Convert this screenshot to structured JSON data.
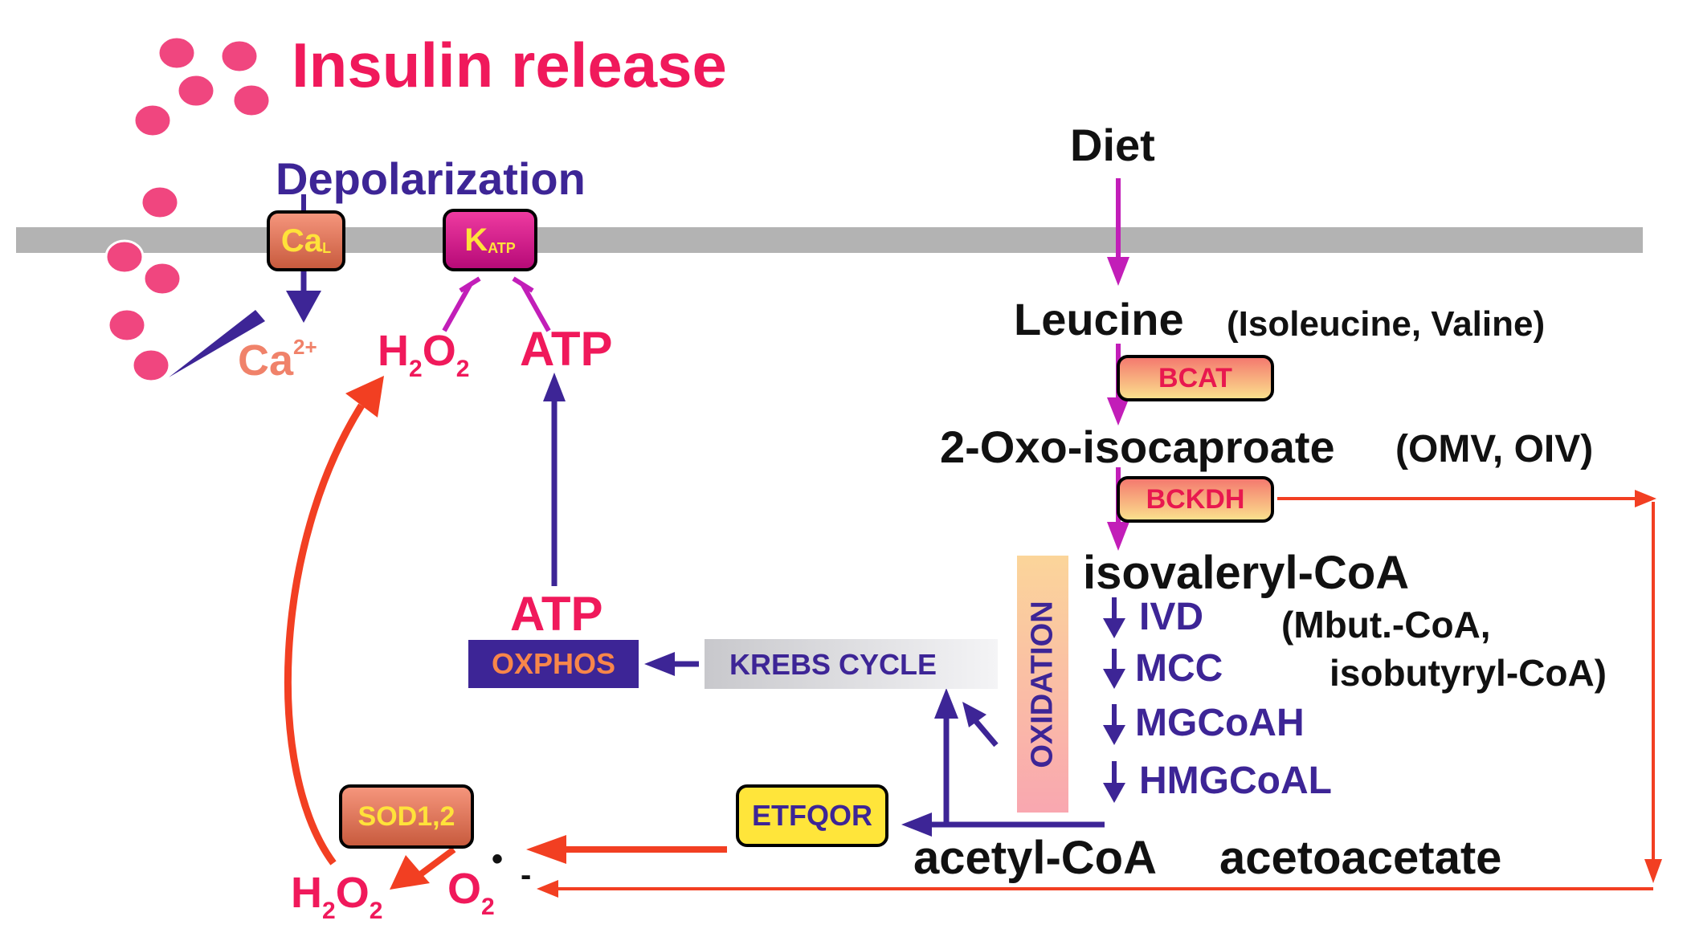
{
  "labels": {
    "insulin_release": "Insulin release",
    "depolarization": "Depolarization",
    "ca_l_main": "Ca",
    "ca_l_sub": "L",
    "k_atp_main": "K",
    "k_atp_sub": "ATP",
    "ca2_main": "Ca",
    "ca2_sup": "2+",
    "h2o2_top": {
      "h": "H",
      "s1": "2",
      "o": "O",
      "s2": "2"
    },
    "atp_top": "ATP",
    "atp_mid": "ATP",
    "oxphos": "OXPHOS",
    "krebs": "KREBS CYCLE",
    "oxidation": "OXIDATION",
    "diet": "Diet",
    "leucine": "Leucine",
    "leucine_alt": "(Isoleucine, Valine)",
    "bcat": "BCAT",
    "oxo": "2-Oxo-isocaproate",
    "oxo_alt": "(OMV, OIV)",
    "bckdh": "BCKDH",
    "isovaleryl": "isovaleryl-CoA",
    "alt_line1": "(Mbut.-CoA,",
    "alt_line2": "isobutyryl-CoA)",
    "ivd": "IVD",
    "mcc": "MCC",
    "mgcoah": "MGCoAH",
    "hmgcoal": "HMGCoAL",
    "acetyl": "acetyl-CoA",
    "acetoacetate": "acetoacetate",
    "etfqor": "ETFQOR",
    "sod": "SOD1,2",
    "h2o2_bottom": {
      "h": "H",
      "s1": "2",
      "o": "O",
      "s2": "2"
    },
    "o2_main": "O",
    "o2_sub": "2",
    "o2_dot": "•",
    "o2_minus": "-"
  },
  "colors": {
    "insulin": "#f0195b",
    "granule": "#f0467f",
    "membrane": "#b3b3b3",
    "indigo": "#3d2596",
    "magenta": "#c21eb8",
    "red_arrow": "#f23f22",
    "ca2": "#f0826a",
    "etfqor_fill": "#ffe53a",
    "oxphos_fill": "#3d2596",
    "oxphos_text": "#f8864a"
  }
}
